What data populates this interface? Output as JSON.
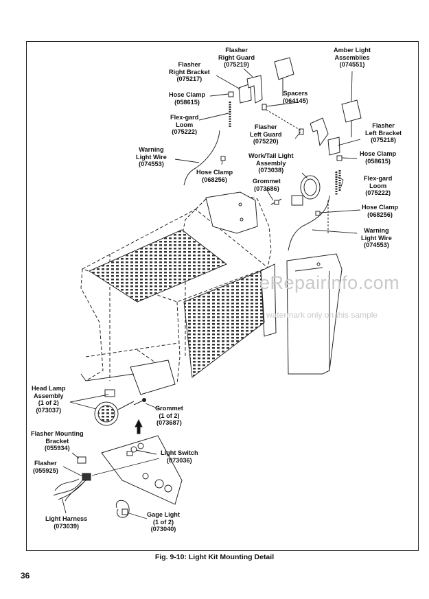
{
  "figure": {
    "caption": "Fig. 9-10: Light Kit Mounting Detail",
    "page_number": "36"
  },
  "watermark": {
    "site": "eRepairinfo.com",
    "note": "watermark only on this sample"
  },
  "callouts": {
    "flasher_right_guard": {
      "name": [
        "Flasher",
        "Right Guard"
      ],
      "part": "(075219)"
    },
    "amber_light": {
      "name": [
        "Amber Light",
        "Assemblies"
      ],
      "part": "(074551)"
    },
    "flasher_right_bracket": {
      "name": [
        "Flasher",
        "Right Bracket"
      ],
      "part": "(075217)"
    },
    "hose_clamp_top_left": {
      "name": [
        "Hose Clamp"
      ],
      "part": "(058615)"
    },
    "spacers": {
      "name": [
        "Spacers"
      ],
      "part": "(064145)"
    },
    "flexgard_loom_left": {
      "name": [
        "Flex-gard",
        "Loom"
      ],
      "part": "(075222)"
    },
    "flasher_left_guard": {
      "name": [
        "Flasher",
        "Left Guard"
      ],
      "part": "(075220)"
    },
    "flasher_left_bracket": {
      "name": [
        "Flasher",
        "Left Bracket"
      ],
      "part": "(075218)"
    },
    "warning_wire_left": {
      "name": [
        "Warning",
        "Light Wire"
      ],
      "part": "(074553)"
    },
    "hose_clamp_right": {
      "name": [
        "Hose Clamp"
      ],
      "part": "(058615)"
    },
    "work_tail_light": {
      "name": [
        "Work/Tail Light",
        "Assembly"
      ],
      "part": "(073038)"
    },
    "hose_clamp_left_lower": {
      "name": [
        "Hose Clamp"
      ],
      "part": "(068256)"
    },
    "grommet_top": {
      "name": [
        "Grommet"
      ],
      "part": "(073686)"
    },
    "flexgard_loom_right": {
      "name": [
        "Flex-gard",
        "Loom"
      ],
      "part": "(075222)"
    },
    "hose_clamp_right_lower": {
      "name": [
        "Hose Clamp"
      ],
      "part": "(068256)"
    },
    "warning_wire_right": {
      "name": [
        "Warning",
        "Light Wire"
      ],
      "part": "(074553)"
    },
    "head_lamp": {
      "name": [
        "Head Lamp",
        "Assembly",
        "(1 of 2)"
      ],
      "part": "(073037)"
    },
    "grommet_lower": {
      "name": [
        "Grommet",
        "(1 of 2)"
      ],
      "part": "(073687)"
    },
    "flasher_mounting_bracket": {
      "name": [
        "Flasher Mounting",
        "Bracket"
      ],
      "part": "(055934)"
    },
    "light_switch": {
      "name": [
        "Light Switch"
      ],
      "part": "(073036)"
    },
    "flasher": {
      "name": [
        "Flasher"
      ],
      "part": "(055925)"
    },
    "light_harness": {
      "name": [
        "Light Harness"
      ],
      "part": "(073039)"
    },
    "gage_light": {
      "name": [
        "Gage Light",
        "(1 of 2)"
      ],
      "part": "(073040)"
    }
  }
}
